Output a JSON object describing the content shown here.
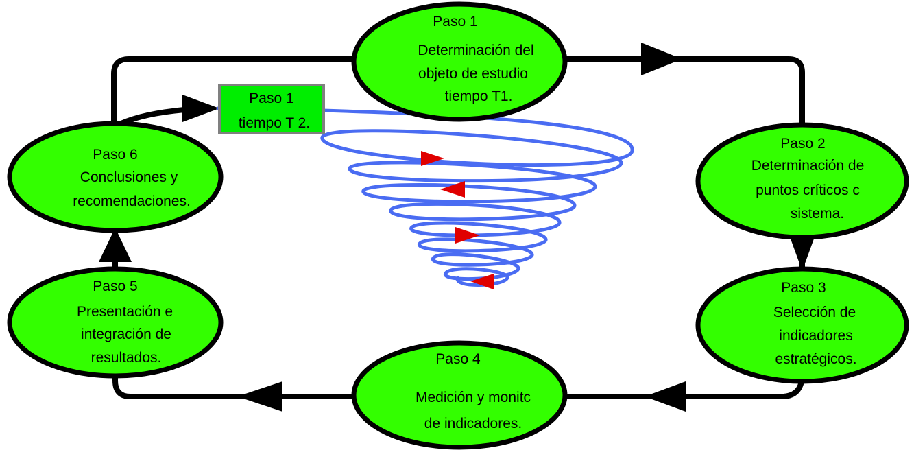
{
  "colors": {
    "node_fill": "#33ff00",
    "node_stroke": "#000000",
    "box_fill": "#00ee00",
    "box_stroke": "#808080",
    "spiral": "#4a6cf2",
    "spiral_arrow": "#e00000",
    "flow": "#000000"
  },
  "nodes": {
    "step1": {
      "lines": [
        "Paso 1",
        "Determinación del",
        "objeto de estudio",
        "tiempo T1."
      ]
    },
    "step2": {
      "lines": [
        "Paso 2",
        "Determinación de",
        "puntos críticos c",
        "sistema."
      ]
    },
    "step3": {
      "lines": [
        "Paso 3",
        "Selección de",
        "indicadores",
        "estratégicos."
      ]
    },
    "step4": {
      "lines": [
        "Paso 4",
        "Medición y monitc",
        "de indicadores."
      ]
    },
    "step5": {
      "lines": [
        "Paso 5",
        "Presentación e",
        "integración de",
        "resultados."
      ]
    },
    "step6": {
      "lines": [
        "Paso 6",
        "Conclusiones y",
        "recomendaciones."
      ]
    }
  },
  "box": {
    "lines": [
      "Paso 1",
      "tiempo T 2."
    ]
  }
}
